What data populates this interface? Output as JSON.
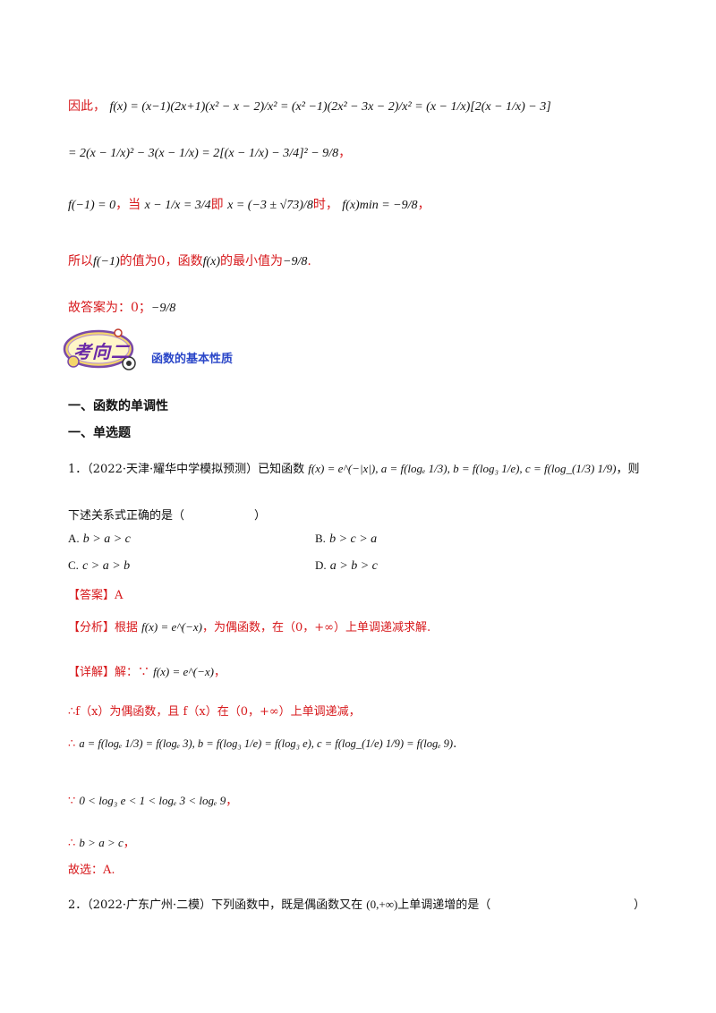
{
  "block1": {
    "l1_prefix": "因此，",
    "l1_math": "f(x) = (x−1)(2x+1)(x² − x − 2)/x² = (x² −1)(2x² − 3x − 2)/x² = (x − 1/x)[2(x − 1/x) − 3]",
    "l2_math": "= 2(x − 1/x)² − 3(x − 1/x) = 2[(x − 1/x) − 3/4]² − 9/8",
    "l2_end": "，",
    "l3_a": "f(−1) = 0",
    "l3_b": "，当",
    "l3_c": "x − 1/x = 3/4",
    "l3_d": "即",
    "l3_e": "x = (−3 ± √73)/8",
    "l3_f": "时，",
    "l3_g": "f(x)min = −9/8",
    "l3_h": "，"
  },
  "block2": {
    "s1": "所以",
    "s2": "f(−1)",
    "s3": "的值为0，函数",
    "s4": "f(x)",
    "s5": "的最小值为",
    "s6": "−9/8",
    "s7": "."
  },
  "block3": {
    "s1": "故答案为：0；",
    "s2": "−9/8"
  },
  "badge": {
    "label": "考向二",
    "title": "函数的基本性质"
  },
  "section": {
    "h1": "一、函数的单调性",
    "h2": "一、单选题"
  },
  "q1": {
    "num": "1．",
    "src": "（2022·天津·耀华中学模拟预测）已知函数",
    "math": "f(x) = e^(−|x|), a = f(logₑ 1/3), b = f(log₃ 1/e), c = f(log_(1/3) 1/9)",
    "end": "，则",
    "line2": "下述关系式正确的是（　　　　　　）",
    "options": [
      {
        "letter": "A.",
        "text": "b > a > c"
      },
      {
        "letter": "B.",
        "text": "b > c > a"
      },
      {
        "letter": "C.",
        "text": "c > a > b"
      },
      {
        "letter": "D.",
        "text": "a > b > c"
      }
    ]
  },
  "answer": {
    "tag": "【答案】",
    "value": "A"
  },
  "analysis": {
    "tag": "【分析】",
    "t1": "根据",
    "math": "f(x) = e^(−x)",
    "t2": "，为偶函数，在（0，+∞）上单调递减求解."
  },
  "detail": {
    "tag": "【详解】",
    "t1": "解：∵",
    "math": "f(x) = e^(−x)",
    "t2": "，",
    "l2": "∴f（x）为偶函数，且 f（x）在（0，+∞）上单调递减，",
    "l3_sym": "∴",
    "l3_math": "a = f(logₑ 1/3) = f(logₑ 3), b = f(log₃ 1/e) = f(log₃ e), c = f(log_(1/e) 1/9) = f(logₑ 9)",
    "l3_end": ".",
    "l4_sym": "∵",
    "l4_math": "0 < log₃ e < 1 < logₑ 3 < logₑ 9",
    "l4_end": "，",
    "l5_sym": "∴",
    "l5_math": "b > a > c",
    "l5_end": "，",
    "l6": "故选：A."
  },
  "q2": {
    "num": "2．",
    "src": "（2022·广东广州·二模）下列函数中，既是偶函数又在",
    "math": "(0,+∞)",
    "t2": "上单调递增的是（",
    "paren_close": "）"
  }
}
